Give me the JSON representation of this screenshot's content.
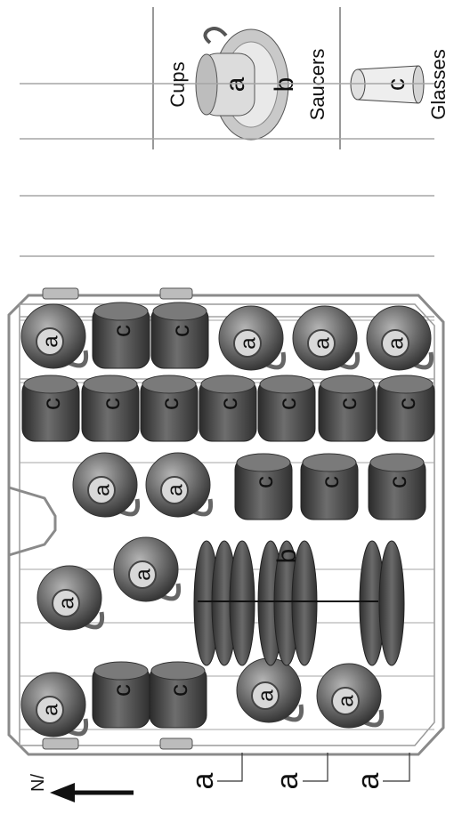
{
  "legend": {
    "cups": "Cups",
    "saucers": "Saucers",
    "glasses": "Glasses",
    "cup_letter": "a",
    "saucer_letter": "b",
    "glass_letter": "c"
  },
  "rack": {
    "direction": "N/",
    "row_labels": [
      "a",
      "a",
      "a"
    ],
    "saucer_marker": "b",
    "item_letters": {
      "cup": "a",
      "glass": "c"
    },
    "items_top": [
      "a",
      "c",
      "c",
      "a",
      "a",
      "a"
    ],
    "items_row2": [
      "c",
      "c",
      "c",
      "c",
      "c",
      "c",
      "c"
    ],
    "items_mid_cups": [
      "a",
      "a",
      "a"
    ],
    "items_mid_glasses": [
      "c",
      "c",
      "c"
    ],
    "items_bottom_left_cup": [
      "a"
    ],
    "items_bottom": [
      "a",
      "c",
      "c",
      "a",
      "a"
    ]
  },
  "colors": {
    "rack_wire": "#8a8a8a",
    "item_dark": "#3c3c3c",
    "item_light": "#9a9a9a",
    "saucer": "#4a4a4a"
  }
}
